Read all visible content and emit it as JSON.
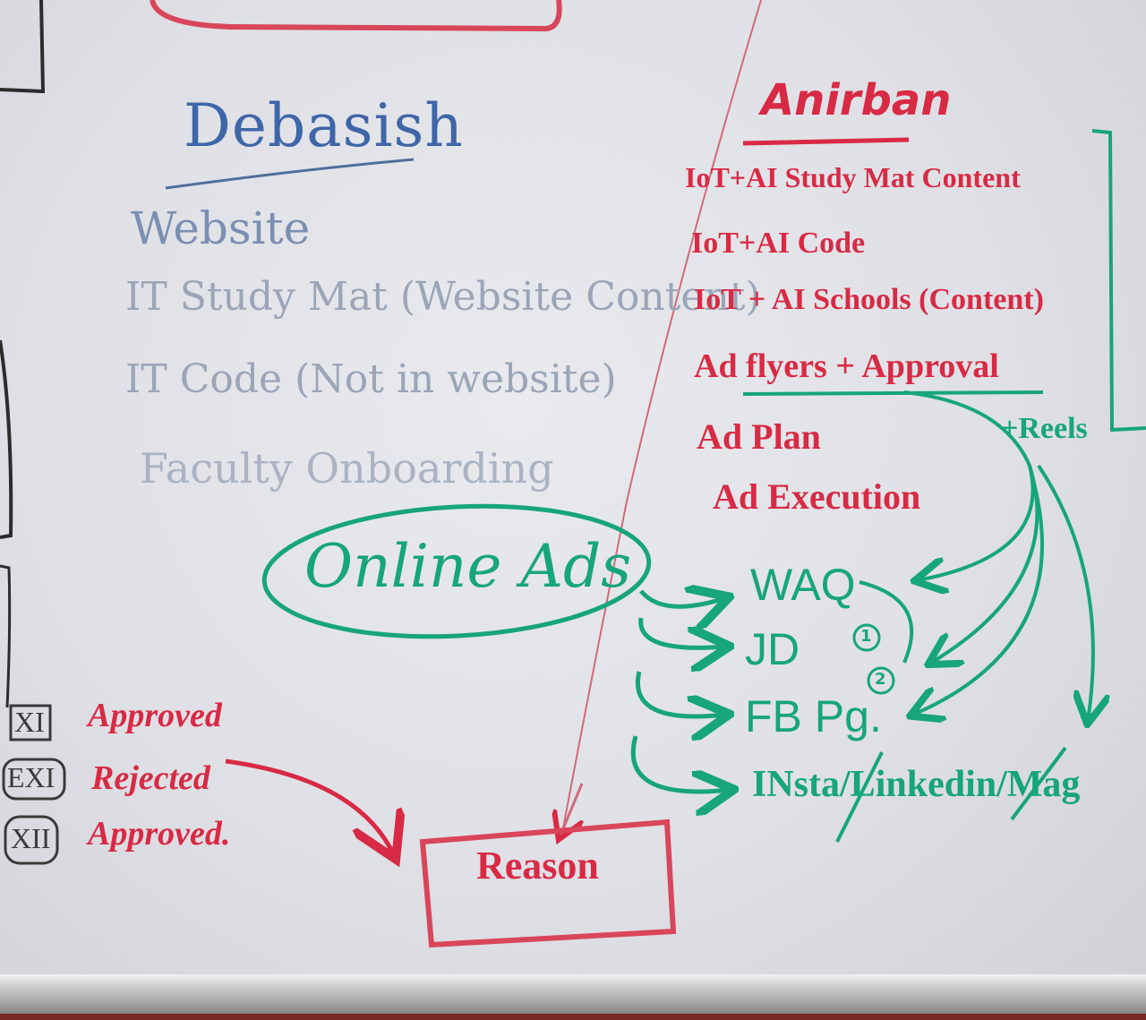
{
  "center": {
    "heading": "Debasish",
    "items": [
      "Website",
      "IT Study Mat (Website Content)",
      "IT Code (Not in website)",
      "Faculty Onboarding"
    ]
  },
  "right": {
    "heading": "Anirban",
    "items": [
      "IoT+AI Study Mat Content",
      "IoT+AI Code",
      "IoT + AI Schools (Content)",
      "Ad flyers + Approval",
      "Ad Plan",
      "Ad Execution"
    ],
    "note": "+Reels"
  },
  "online_ads": {
    "label": "Online Ads",
    "channels": [
      "WAQ",
      "JD",
      "FB Pg.",
      "INsta/Linkedin/Mag"
    ],
    "markers": [
      "1",
      "2"
    ]
  },
  "status": {
    "rows": [
      {
        "grade": "XI",
        "result": "Approved"
      },
      {
        "grade": "EXI",
        "result": "Rejected"
      },
      {
        "grade": "XII",
        "result": "Approved."
      }
    ],
    "box_label": "Reason"
  },
  "colors": {
    "blue": "#3f66a8",
    "grey": "#9aa5b8",
    "red": "#d82a45",
    "green": "#17a57b"
  }
}
